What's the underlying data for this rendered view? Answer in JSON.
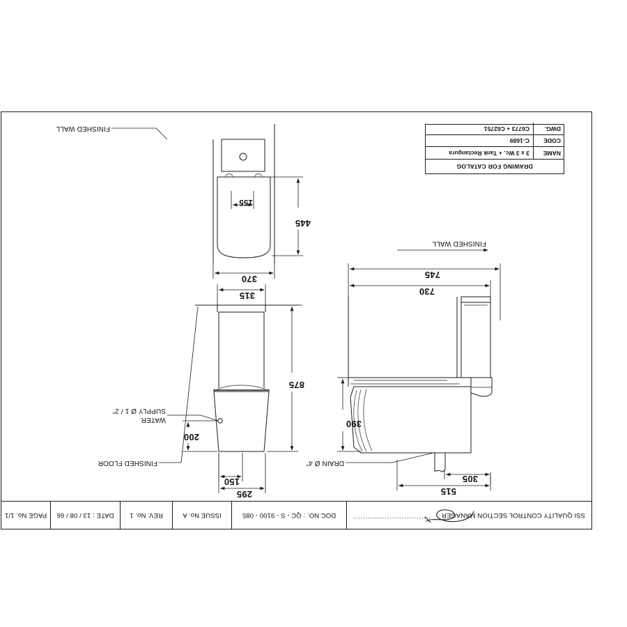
{
  "document": {
    "header": {
      "signature_block": {
        "title": "SSI QUALITY CONTROL SECTION MANAGER",
        "dots": "................................",
        "signature_icon": "handwritten-signature"
      },
      "doc_no": "DOC.NO. : QC - S - 9100 - 085",
      "issue_no": "ISSUE No. A",
      "rev_no": "REV. No. 1",
      "date": "DATE : 13 / 08 / 66",
      "page_no": "PAGE No. 1/1"
    },
    "title_block": {
      "heading": "DRAWING FOR CATALOG",
      "rows": [
        {
          "key": "NAME",
          "value": "3 x 3 Wc. + Tank Rectangura"
        },
        {
          "key": "CODE",
          "value": "C-1689"
        },
        {
          "key": "DWG.",
          "value": "C6773 + C62751"
        }
      ]
    },
    "annotations": {
      "drain": "DRAIN Ø 4\"",
      "water_supply_line1": "WATER",
      "water_supply_line2": "SUPPLY Ø 1 / 2\"",
      "finished_floor": "FINISHED FLOOR",
      "finished_wall_plan": "FINISHED WALL",
      "finished_wall_front": "FINISHED WALL"
    },
    "dimensions": {
      "plan_view": {
        "d515": "515",
        "d305": "305",
        "d390": "390",
        "d730": "730",
        "d745": "745"
      },
      "side_view": {
        "d295": "295",
        "d150": "150",
        "d200": "200",
        "d875": "875",
        "d315": "315"
      },
      "front_view": {
        "d370": "370",
        "d445": "445",
        "d155": "155"
      }
    },
    "sheet": {
      "units_note": "",
      "orientation": "rotated-180"
    }
  }
}
